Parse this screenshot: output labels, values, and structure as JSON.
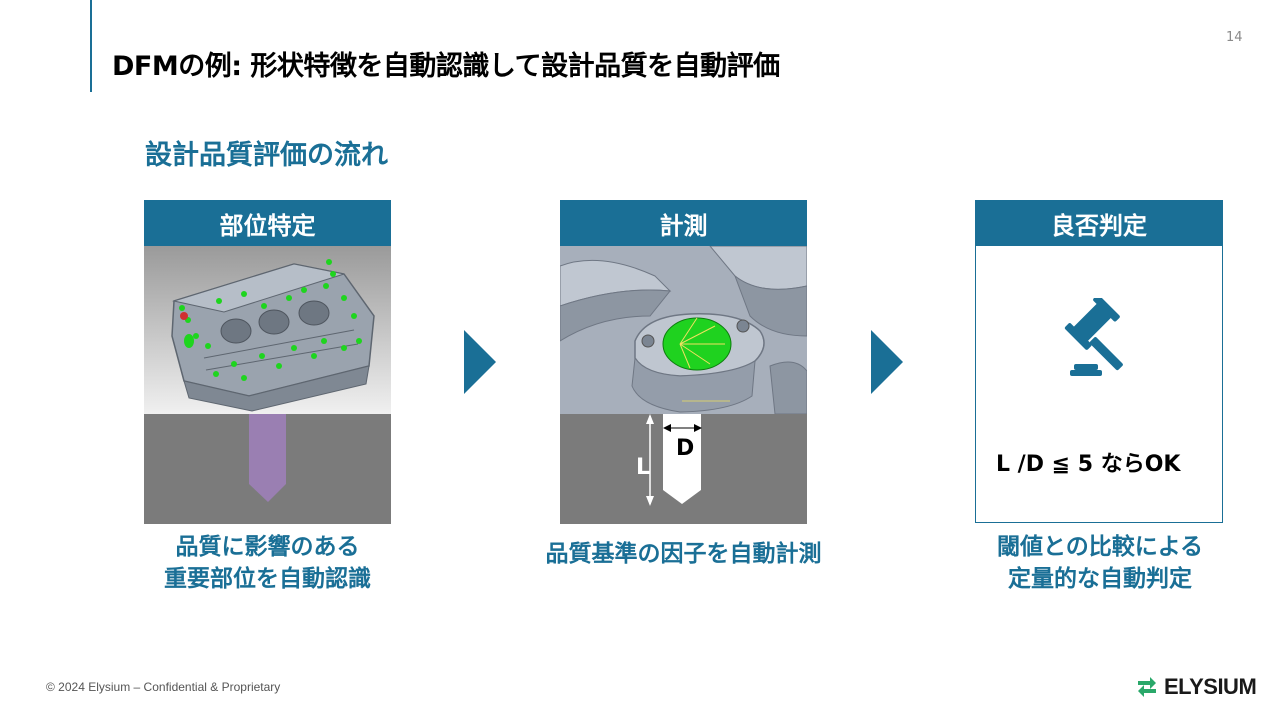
{
  "slide": {
    "title": "DFMの例: 形状特徴を自動認識して設計品質を自動評価",
    "page_number": "14",
    "subtitle": "設計品質評価の流れ",
    "accent_color": "#1a6f96"
  },
  "steps": [
    {
      "header": "部位特定",
      "caption_line1": "品質に影響のある",
      "caption_line2": "重要部位を自動認識"
    },
    {
      "header": "計測",
      "label_D": "D",
      "label_L": "L",
      "caption_line1": "品質基準の因子を自動計測"
    },
    {
      "header": "良否判定",
      "icon": "gavel-icon",
      "formula": "L /D ≦ 5 ならOK",
      "caption_line1": "閾値との比較による",
      "caption_line2": "定量的な自動判定"
    }
  ],
  "footer": {
    "copyright": "© 2024 Elysium – Confidential & Proprietary",
    "logo_text": "ELYSIUM"
  }
}
